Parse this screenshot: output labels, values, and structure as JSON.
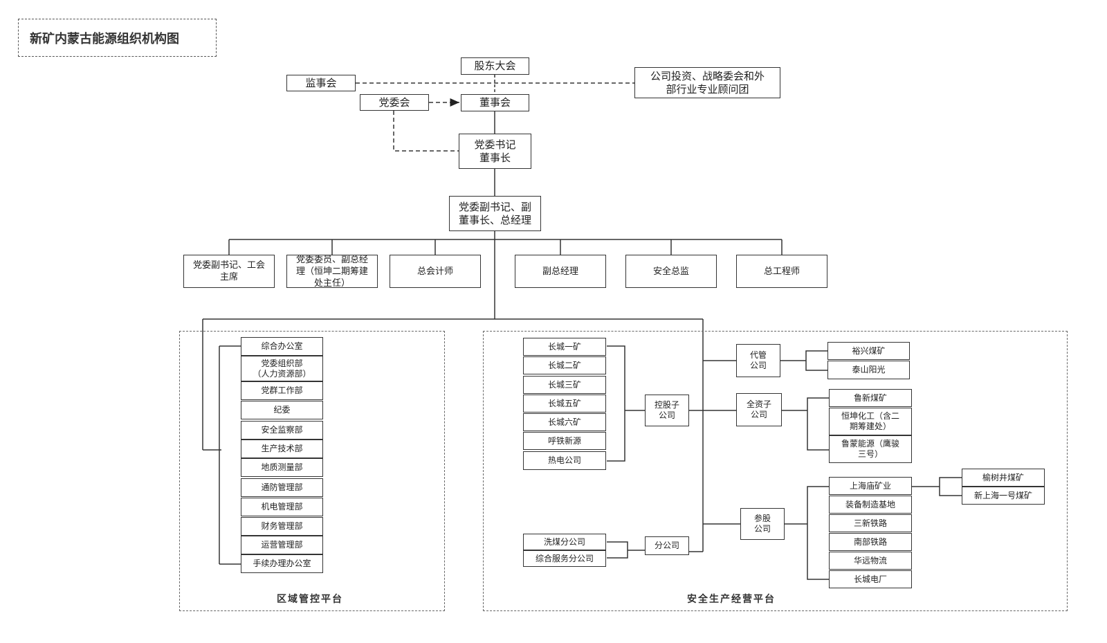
{
  "title": "新矿内蒙古能源组织机构图",
  "top": {
    "shareholders": "股东大会",
    "supervisors": "监事会",
    "party_committee": "党委会",
    "board": "董事会",
    "advisory": "公司投资、战略委会和外\n部行业专业顾问团",
    "secretary": "党委书记\n董事长",
    "deputy": "党委副书记、副\n董事长、总经理"
  },
  "executives": [
    "党委副书记、工会\n主席",
    "党委委员、副总经\n理（恒坤二期筹建\n处主任）",
    "总会计师",
    "副总经理",
    "安全总监",
    "总工程师"
  ],
  "regional": {
    "label": "区域管控平台",
    "departments": [
      "综合办公室",
      "党委组织部\n（人力资源部）",
      "党群工作部",
      "纪委",
      "安全监察部",
      "生产技术部",
      "地质测量部",
      "通防管理部",
      "机电管理部",
      "财务管理部",
      "运营管理部",
      "手续办理办公室"
    ]
  },
  "production": {
    "label": "安全生产经营平台",
    "holding": {
      "label": "控股子\n公司",
      "units": [
        "长城一矿",
        "长城二矿",
        "长城三矿",
        "长城五矿",
        "长城六矿",
        "呼铁新源",
        "热电公司"
      ]
    },
    "branch": {
      "label": "分公司",
      "units": [
        "洗煤分公司",
        "综合服务分公司"
      ]
    },
    "managed": {
      "label": "代管\n公司",
      "units": [
        "裕兴煤矿",
        "泰山阳光"
      ]
    },
    "wholly": {
      "label": "全资子\n公司",
      "units": [
        "鲁新煤矿",
        "恒坤化工（含二\n期筹建处）",
        "鲁蒙能源（鹰骏\n三号）"
      ]
    },
    "equity": {
      "label": "参股\n公司",
      "units": [
        "上海庙矿业",
        "装备制造基地",
        "三新铁路",
        "南部铁路",
        "华远物流",
        "长城电厂"
      ],
      "sub_units": [
        "榆树井煤矿",
        "新上海一号煤矿"
      ]
    }
  }
}
